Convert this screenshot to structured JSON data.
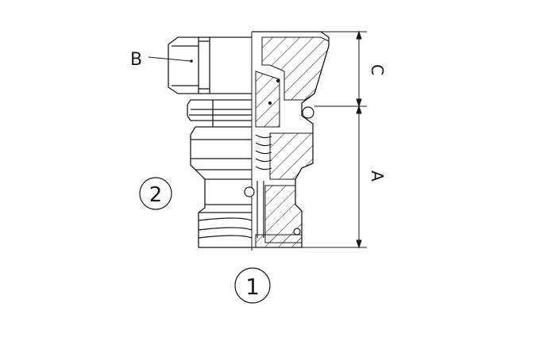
{
  "labels": {
    "hex_flat": "B",
    "port_1": "1",
    "port_2": "2",
    "dim_a": "A",
    "dim_c": "C"
  },
  "colors": {
    "line": "#1a1a1a",
    "background": "#ffffff"
  }
}
